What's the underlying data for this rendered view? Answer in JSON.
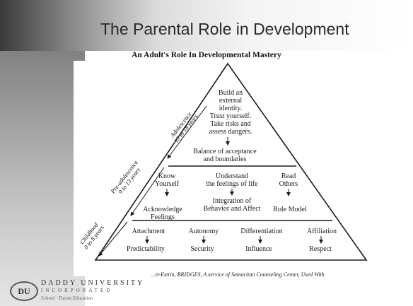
{
  "slide": {
    "title": "The Parental Role in Development",
    "subtitle": "An Adult's Role In Developmental Mastery",
    "credit": "...tt-Estrin, BRIDGES, A service of Samaritan Counseling Center, Used With"
  },
  "stages": {
    "adolescence": {
      "name": "Adolescence",
      "ages": "13 to 18 years"
    },
    "preadolescence": {
      "name": "Pre-adolescence",
      "ages": "9 to 13 years"
    },
    "childhood": {
      "name": "Childhood",
      "ages": "0 to 8 years"
    }
  },
  "pyramid": {
    "top": {
      "lines": [
        "Build an",
        "external",
        "identity.",
        "Trust yourself.",
        "Take risks and",
        "assess dangers."
      ],
      "result": [
        "Balance of acceptance",
        "and boundaries"
      ]
    },
    "middle": {
      "col1_top": [
        "Know",
        "Yourself"
      ],
      "col2_top": [
        "Understand",
        "the feelings of life"
      ],
      "col3_top": [
        "Read",
        "Others"
      ],
      "col1_bottom": [
        "Acknowledge",
        "Feelings"
      ],
      "col2_bottom": [
        "Integration of",
        "Behavior and Affect"
      ],
      "col3_bottom": [
        "Role Model"
      ]
    },
    "bottom": {
      "items": [
        {
          "top": "Attachment",
          "bottom": "Predictability"
        },
        {
          "top": "Autonomy",
          "bottom": "Security"
        },
        {
          "top": "Differentiation",
          "bottom": "Influence"
        },
        {
          "top": "Affiliation",
          "bottom": "Respect"
        }
      ]
    }
  },
  "logo": {
    "badge": "DU",
    "name": "DADDY UNIVERSITY",
    "sub": "INCORPORATED",
    "tag": "School · Parent Education"
  }
}
